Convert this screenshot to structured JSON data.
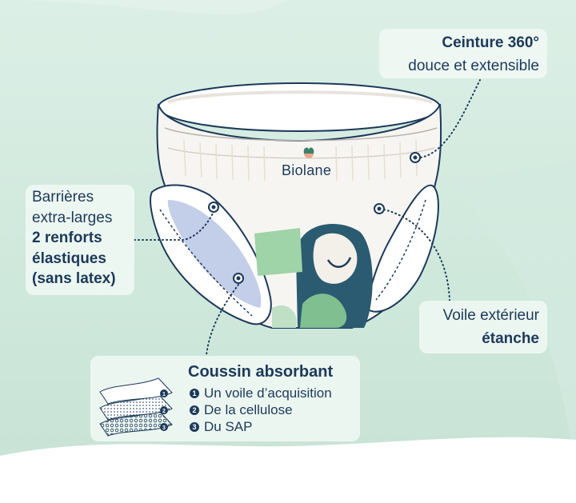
{
  "brand": "Biolane",
  "callouts": {
    "belt": {
      "title": "Ceinture 360°",
      "subtitle": "douce et extensible"
    },
    "barriers": {
      "line1": "Barrières",
      "line2": "extra-larges",
      "line3": "2 renforts",
      "line4": "élastiques",
      "line5": "(sans latex)"
    },
    "veil": {
      "line1": "Voile extérieur",
      "line2": "étanche"
    },
    "pad": {
      "title": "Coussin absorbant",
      "items": [
        {
          "num": "1",
          "label": "Un voile d’acquisition"
        },
        {
          "num": "2",
          "label": "De la cellulose"
        },
        {
          "num": "3",
          "label": "Du SAP"
        }
      ]
    }
  },
  "colors": {
    "navy": "#1c3a5a",
    "mint": "#cfe8dc",
    "green": "#9fd3a8",
    "teal": "#2a5b70"
  }
}
